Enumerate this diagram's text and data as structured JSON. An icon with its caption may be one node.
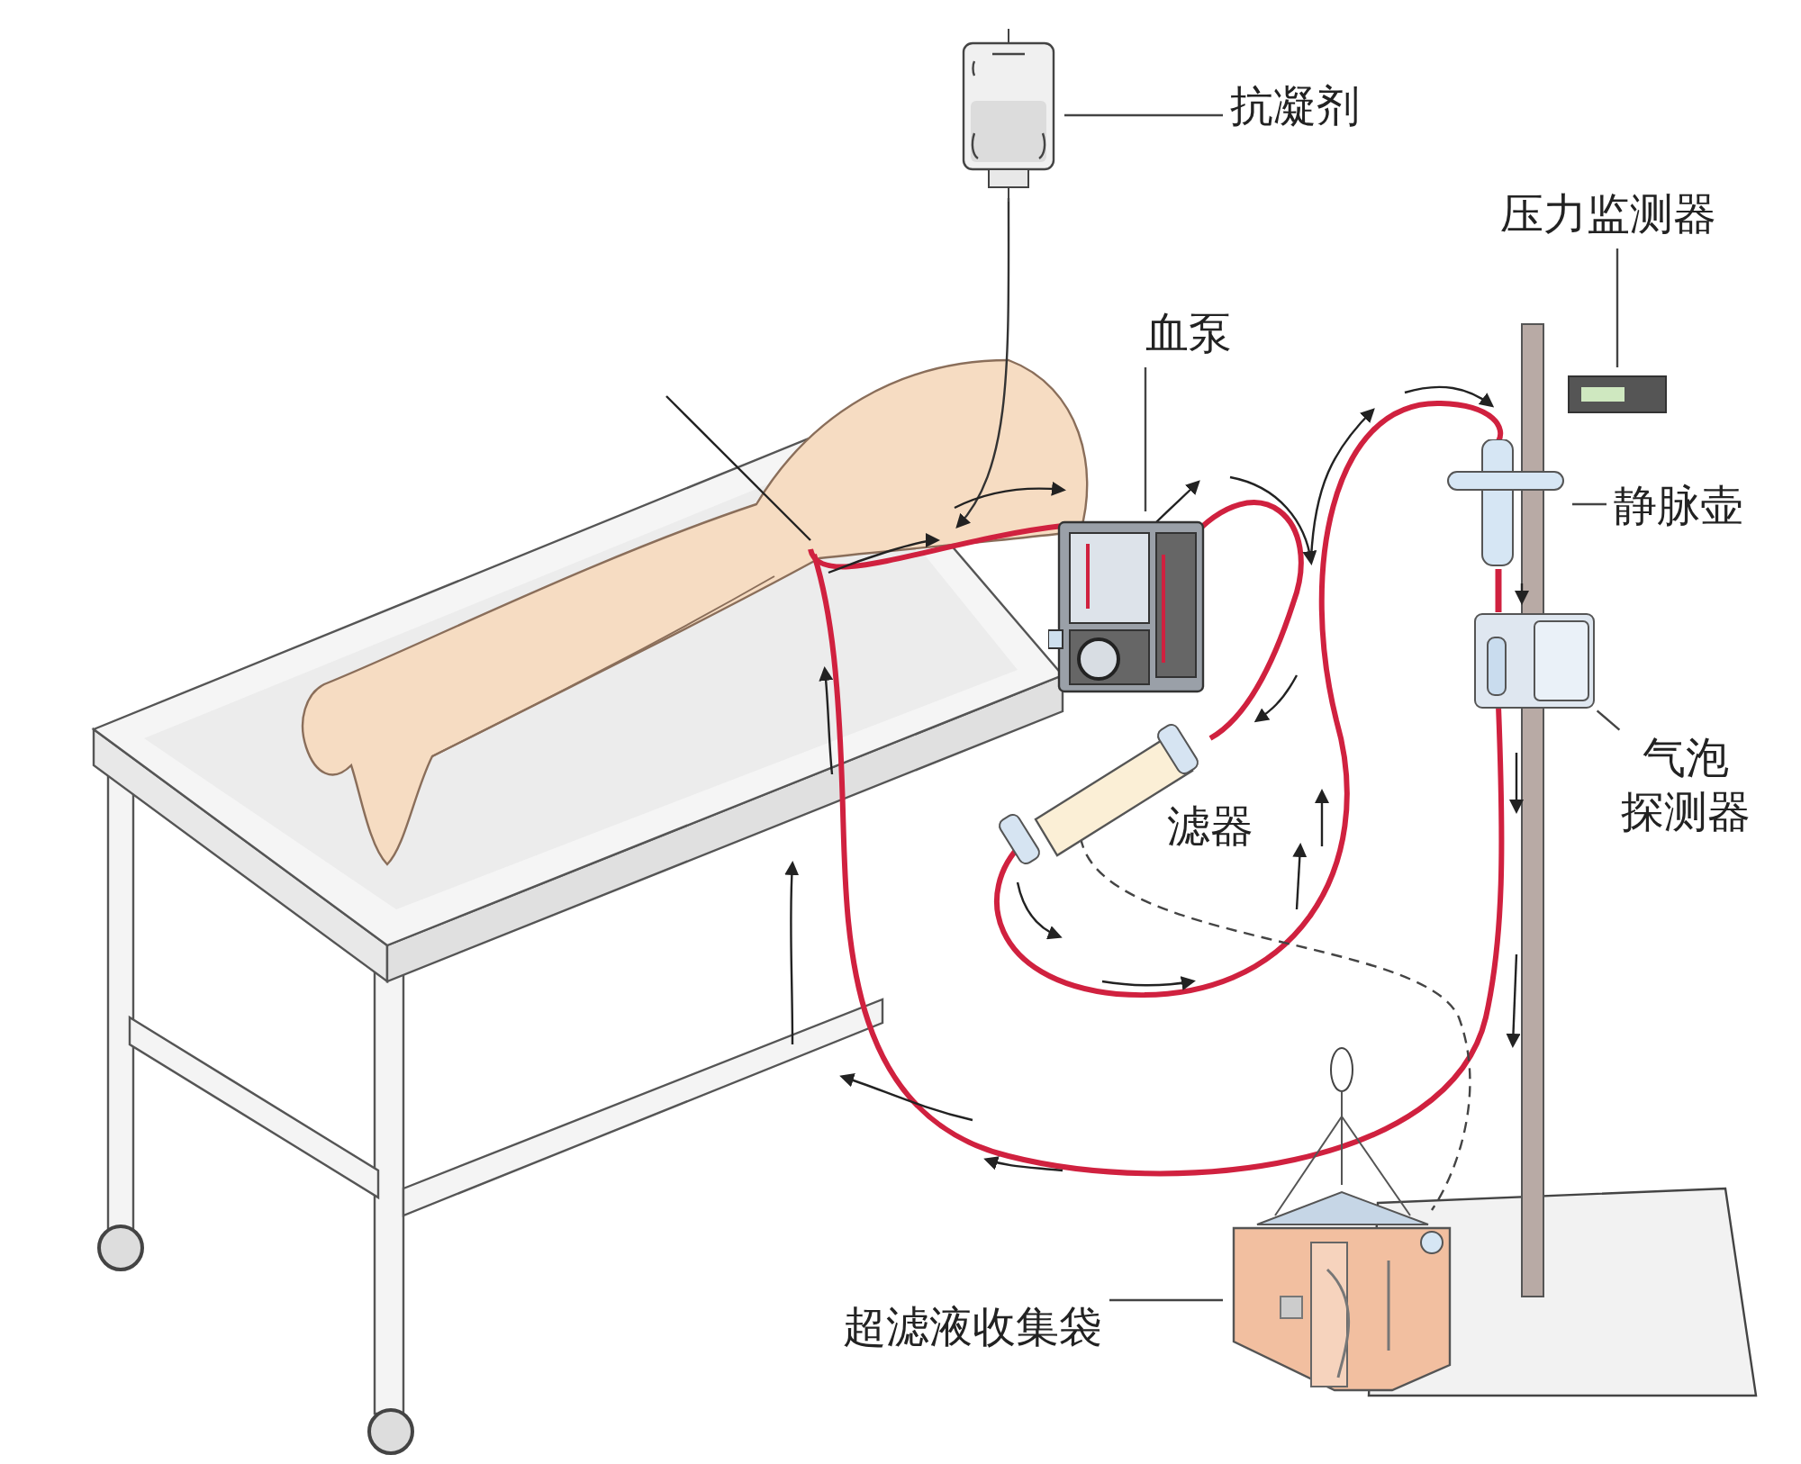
{
  "diagram": {
    "nodes": [
      {
        "text": [
          "抗凝剂"
        ]
      },
      {
        "text": [],
        "shape": "picture"
      },
      {
        "text": [
          "压力监测器"
        ]
      },
      {
        "text": [],
        "shape": "picture"
      },
      {
        "text": [
          "血泵"
        ]
      },
      {
        "text": [],
        "shape": "picture"
      },
      {
        "text": [
          "静脉壶"
        ]
      },
      {
        "text": [],
        "shape": "picture"
      },
      {
        "text": [
          "气泡探测器"
        ]
      },
      {
        "text": [],
        "shape": "picture"
      },
      {
        "text": [
          "超滤液收集袋"
        ]
      },
      {
        "text": [],
        "shape": "picture"
      }
    ],
    "edges": [
      {
        "from": 0,
        "to": 1,
        "arrow": "none"
      },
      {
        "from": 2,
        "to": 3,
        "arrow": "none"
      },
      {
        "from": 4,
        "to": 5,
        "arrow": "none"
      },
      {
        "from": 6,
        "to": 7,
        "arrow": "none"
      },
      {
        "from": 8,
        "to": 9,
        "arrow": "none"
      },
      {
        "from": 10,
        "to": 11,
        "arrow": "none"
      },
      {
        "from": 7,
        "to": 9,
        "arrow": "none",
        "style": "thick",
        "color": "#d0213f"
      }
    ],
    "labels": [
      "滤器"
    ]
  }
}
